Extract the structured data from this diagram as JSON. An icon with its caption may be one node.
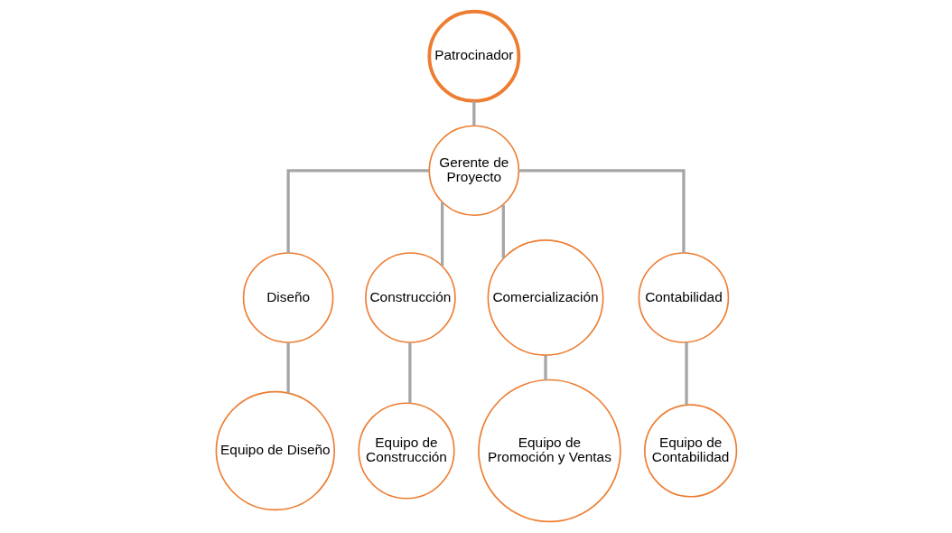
{
  "diagram": {
    "nodes": [
      {
        "text": [
          "Patrocinador"
        ]
      },
      {
        "text": [
          "Gerente de Proyecto"
        ]
      },
      {
        "text": [
          "Diseño"
        ]
      },
      {
        "text": [
          "Construcción"
        ]
      },
      {
        "text": [
          "Comercialización"
        ]
      },
      {
        "text": [
          "Contabilidad"
        ]
      },
      {
        "text": [
          "Equipo de Diseño"
        ]
      },
      {
        "text": [
          "Equipo de Construcción"
        ]
      },
      {
        "text": [
          "Equipo de Promoción y Ventas"
        ]
      },
      {
        "text": [
          "Equipo de Contabilidad"
        ]
      }
    ],
    "edges": [
      {
        "from": 0,
        "to": 1,
        "arrow": "none"
      },
      {
        "from": 1,
        "to": 2,
        "arrow": "none"
      },
      {
        "from": 1,
        "to": 3,
        "arrow": "none"
      },
      {
        "from": 1,
        "to": 4,
        "arrow": "none"
      },
      {
        "from": 1,
        "to": 5,
        "arrow": "none"
      },
      {
        "from": 2,
        "to": 6,
        "arrow": "none"
      },
      {
        "from": 3,
        "to": 7,
        "arrow": "none"
      },
      {
        "from": 4,
        "to": 8,
        "arrow": "none"
      },
      {
        "from": 5,
        "to": 9,
        "arrow": "none"
      }
    ]
  }
}
